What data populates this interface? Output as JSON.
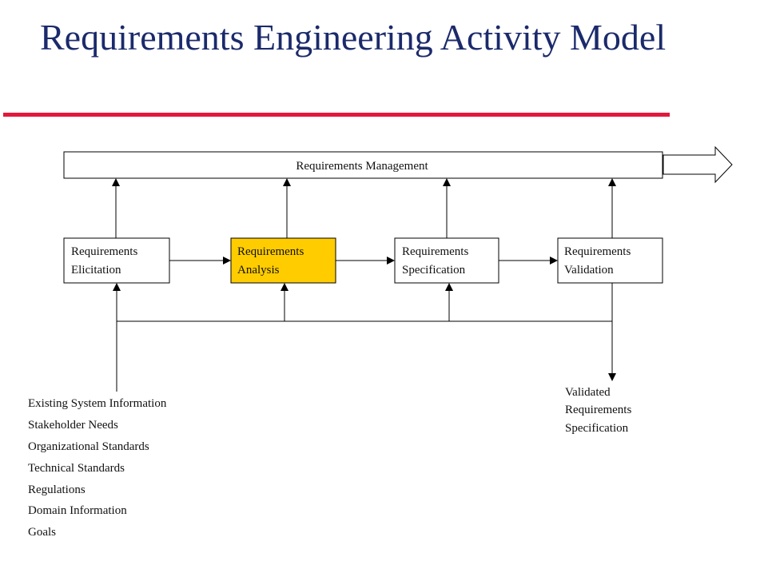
{
  "title": "Requirements Engineering Activity Model",
  "colors": {
    "title": "#1b2a6b",
    "rule": "#e2183d",
    "highlight": "#ffcc00",
    "stroke": "#000000"
  },
  "management": {
    "label": "Requirements Management"
  },
  "activities": [
    {
      "line1": "Requirements",
      "line2": "Elicitation",
      "highlighted": false
    },
    {
      "line1": "Requirements",
      "line2": "Analysis",
      "highlighted": true
    },
    {
      "line1": "Requirements",
      "line2": "Specification",
      "highlighted": false
    },
    {
      "line1": "Requirements",
      "line2": "Validation",
      "highlighted": false
    }
  ],
  "inputs": [
    "Existing System Information",
    "Stakeholder Needs",
    "Organizational Standards",
    "Technical Standards",
    "Regulations",
    "Domain Information",
    "Goals"
  ],
  "output": {
    "line1": "Validated",
    "line2": "Requirements",
    "line3": "Specification"
  }
}
